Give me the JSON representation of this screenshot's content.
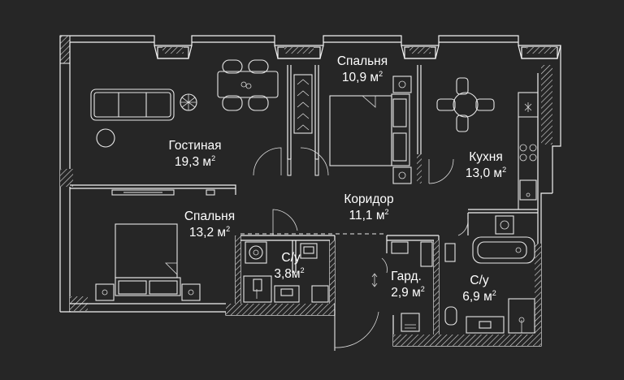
{
  "rooms": [
    {
      "id": "living",
      "name": "Гостиная",
      "area": "19,3 м",
      "unit_sup": "2"
    },
    {
      "id": "bedroom1",
      "name": "Спальня",
      "area": "10,9 м",
      "unit_sup": "2"
    },
    {
      "id": "kitchen",
      "name": "Кухня",
      "area": "13,0 м",
      "unit_sup": "2"
    },
    {
      "id": "corridor",
      "name": "Коридор",
      "area": "11,1 м",
      "unit_sup": "2"
    },
    {
      "id": "bedroom2",
      "name": "Спальня",
      "area": "13,2 м",
      "unit_sup": "2"
    },
    {
      "id": "bath1",
      "name": "С/у",
      "area": "3,8м",
      "unit_sup": "2"
    },
    {
      "id": "wardrobe",
      "name": "Гард.",
      "area": "2,9 м",
      "unit_sup": "2"
    },
    {
      "id": "bath2",
      "name": "С/у",
      "area": "6,9 м",
      "unit_sup": "2"
    }
  ],
  "colors": {
    "background": "#262626",
    "lines": "#f2f2f2"
  }
}
